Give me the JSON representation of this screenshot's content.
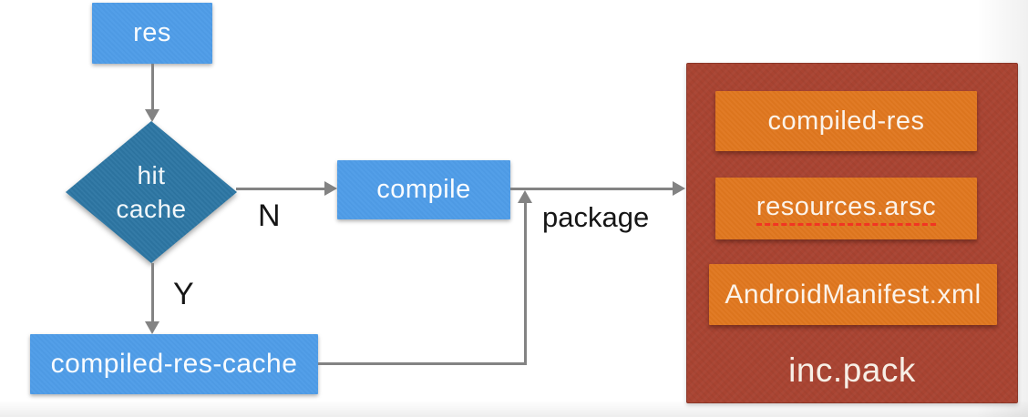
{
  "flowchart": {
    "res_node": {
      "label": "res"
    },
    "decision_node": {
      "line1": "hit",
      "line2": "cache"
    },
    "compile_node": {
      "label": "compile"
    },
    "cache_node": {
      "label": "compiled-res-cache"
    },
    "branch_no": {
      "label": "N"
    },
    "branch_yes": {
      "label": "Y"
    },
    "package_edge": {
      "label": "package"
    }
  },
  "package_group": {
    "items": [
      "compiled-res",
      "resources.arsc",
      "AndroidManifest.xml"
    ],
    "caption": "inc.pack"
  },
  "colors": {
    "process_node_blue": "#4f9de8",
    "decision_diamond_blue": "#2d77a4",
    "arrow_gray": "#838383",
    "package_container_red": "#a94432",
    "package_item_orange": "#e0771f",
    "spellcheck_underline_red": "#f13523",
    "edge_label_black": "#161616",
    "node_text_white": "#fafcfe"
  }
}
